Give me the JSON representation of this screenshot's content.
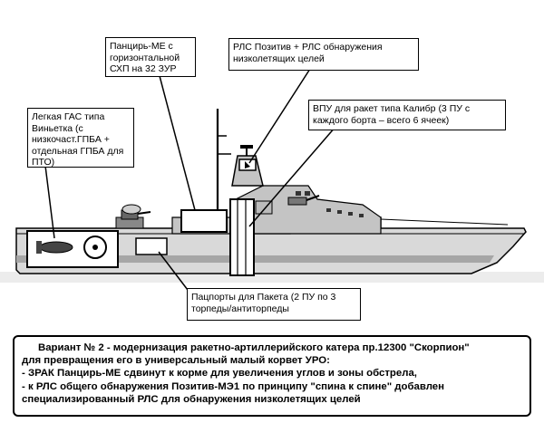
{
  "callouts": {
    "pantsir": "Панцирь-МЕ с горизонтальной СХП на 32 ЗУР",
    "rls": "РЛС Позитив + РЛС обнаружения низколетящих целей",
    "vpu": "ВПУ для ракет типа Калибр (3 ПУ с каждого борта – всего 6 ячеек)",
    "gas": "Легкая ГАС типа Виньетка (с низкочаст.ГПБА + отдельная ГПБА для ПТО)",
    "torpedo": "Пацпорты для Пакета (2 ПУ по 3 торпеды/антиторпеды"
  },
  "caption": {
    "lines": [
      "Вариант № 2 - модернизация ракетно-артиллерийского катера пр.12300 \"Скорпион\"",
      "для превращения его в универсальный малый корвет УРО:",
      "- ЗРАК Панцирь-МЕ сдвинут к корме для увеличения углов и зоны обстрела,",
      "- к РЛС общего обнаружения Позитив-МЭ1 по принципу \"спина к спине\" добавлен",
      "специализированный РЛС для обнаружения низколетящих целей"
    ]
  },
  "colors": {
    "ink": "#000000",
    "hull": "#d9d9d9",
    "hull_dark": "#a6a6a6",
    "superstructure": "#c4c4c4",
    "water": "#ececec"
  }
}
